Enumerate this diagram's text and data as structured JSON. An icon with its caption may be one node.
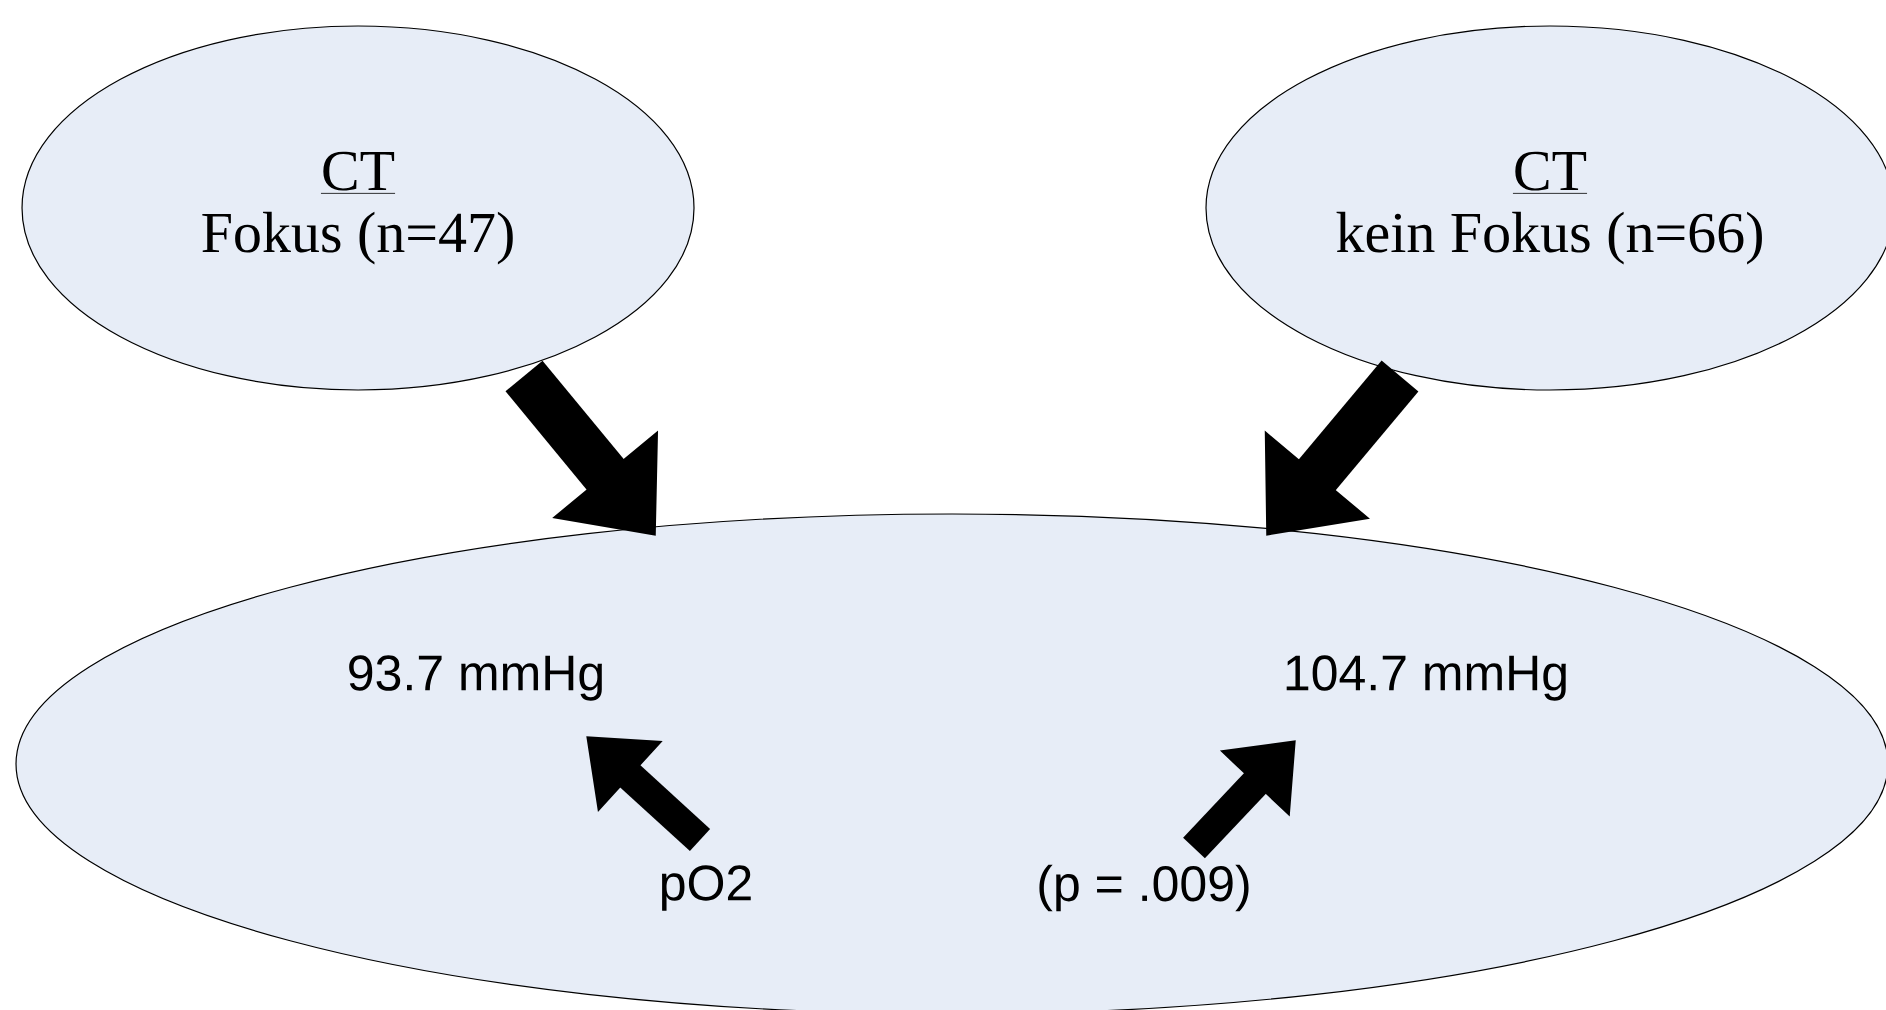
{
  "diagram": {
    "nodes": [
      {
        "text": [
          "CT",
          "Fokus (n=47)"
        ]
      },
      {
        "text": [
          "CT",
          "kein Fokus (n=66)"
        ]
      },
      {
        "text": [],
        "shape": "ellipse"
      },
      {
        "text": [
          "93.7 mmHg"
        ],
        "in": 2
      },
      {
        "text": [
          "104.7 mmHg"
        ],
        "in": 2
      },
      {
        "text": [
          "pO2"
        ],
        "in": 2
      },
      {
        "text": [
          "(p = .009)"
        ],
        "in": 2
      }
    ],
    "edges": [
      {
        "from": 0,
        "to": 2,
        "arrow": "to"
      },
      {
        "from": 1,
        "to": 2,
        "arrow": "to"
      },
      {
        "from": 5,
        "to": 3,
        "arrow": "to"
      },
      {
        "from": 6,
        "to": 4,
        "arrow": "to"
      }
    ]
  }
}
